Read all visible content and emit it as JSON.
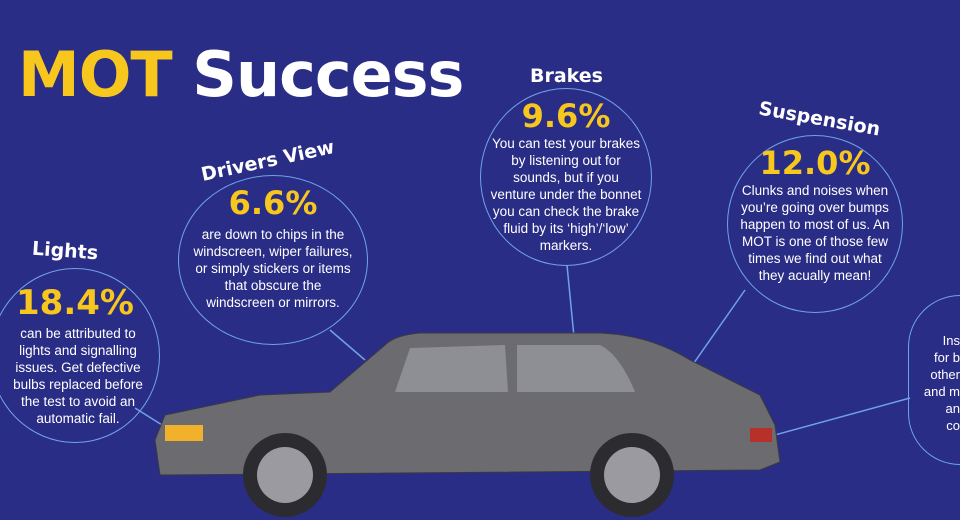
{
  "title": {
    "part1": "MOT",
    "part2": "Success"
  },
  "colors": {
    "background": "#2a2d86",
    "accent": "#f7c71e",
    "circle_border": "#6fa3e6"
  },
  "items": [
    {
      "label": "Lights",
      "percent": "18.4%",
      "text": "can be attributed to lights and signalling issues.  Get defective bulbs replaced before the test to avoid an automatic fail."
    },
    {
      "label": "Drivers View",
      "percent": "6.6%",
      "text": "are down to chips in the windscreen, wiper failures, or simply stickers or items that obscure the windscreen or mirrors."
    },
    {
      "label": "Brakes",
      "percent": "9.6%",
      "text": "You can test your brakes by listening out for sounds, but if you venture under the bonnet you can check the brake fluid by its ‘high’/‘low’ markers."
    },
    {
      "label": "Suspension",
      "percent": "12.0%",
      "text": "Clunks and noises when you’re going over bumps happen to most of us. An MOT is one of those few times we find out what they acually mean!"
    },
    {
      "label": "",
      "percent": "",
      "text": "Ins\nfor b\nother\nand m\nan\nco"
    }
  ]
}
